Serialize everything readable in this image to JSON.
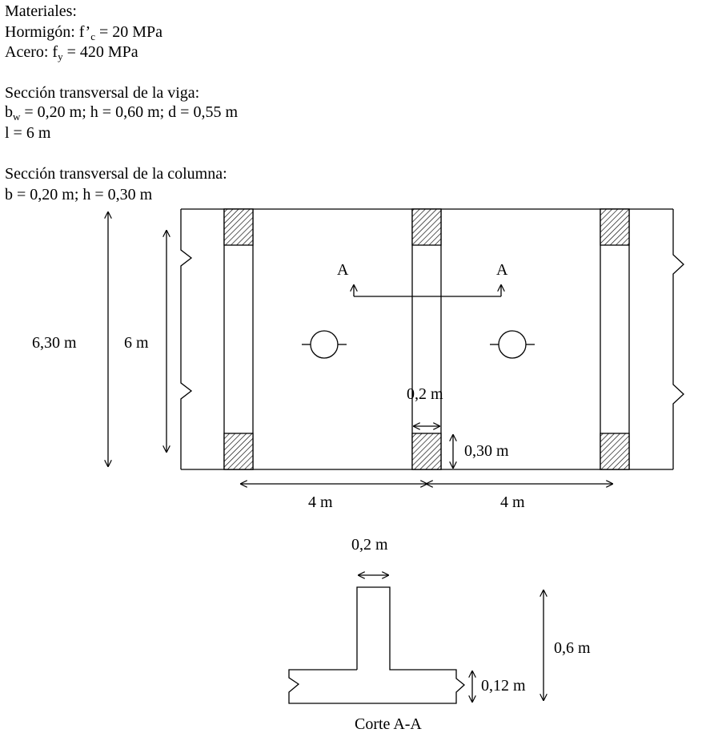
{
  "materials": {
    "heading": "Materiales:",
    "concrete_prefix": "Hormigón: f’",
    "concrete_sub": "c",
    "concrete_value": " = 20 MPa",
    "steel_prefix": "Acero: f",
    "steel_sub": "y",
    "steel_value": " = 420 MPa"
  },
  "beam_section": {
    "heading": "Sección transversal de la viga:",
    "bw_prefix": "b",
    "bw_sub": "w",
    "bw_rest": " = 0,20 m; h = 0,60 m; d = 0,55 m",
    "length": "l = 6 m"
  },
  "column_section": {
    "heading": "Sección transversal de la columna:",
    "dims": "b = 0,20 m; h = 0,30 m"
  },
  "plan": {
    "total_height": "6,30 m",
    "beam_span": "6 m",
    "beam_width": "0,2 m",
    "column_depth": "0,30 m",
    "spacing_left": "4 m",
    "spacing_right": "4 m",
    "section_mark_left": "A",
    "section_mark_right": "A"
  },
  "cut_section": {
    "web_width": "0,2 m",
    "total_height": "0,6 m",
    "slab_thickness": "0,12 m",
    "caption": "Corte A-A"
  }
}
